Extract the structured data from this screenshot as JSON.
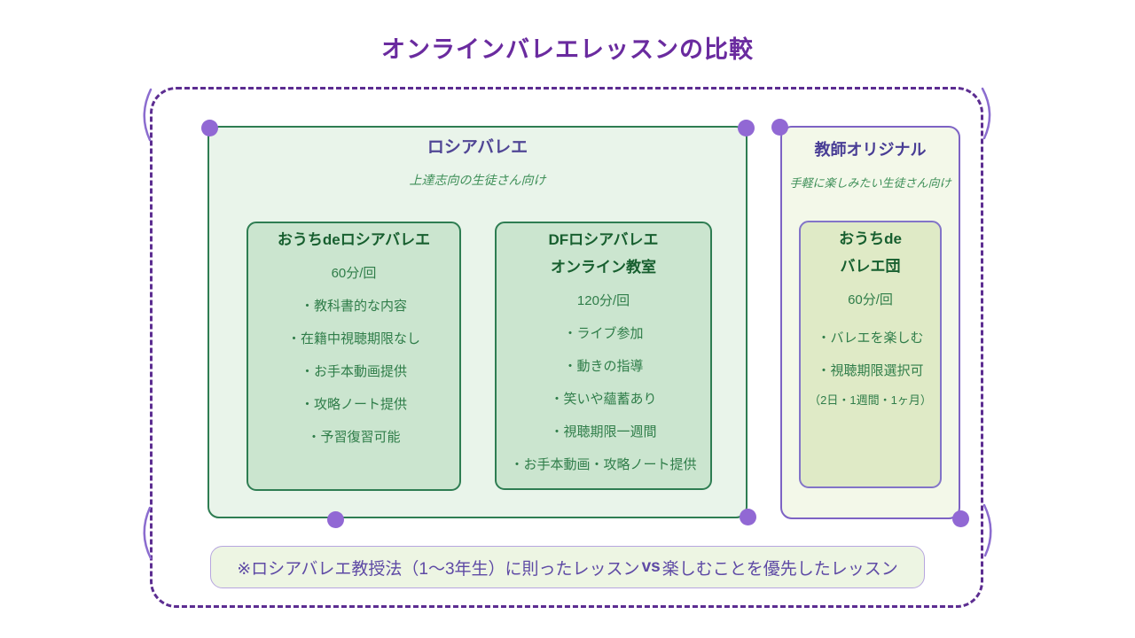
{
  "title": "オンラインバレエレッスンの比較",
  "colors": {
    "title_purple": "#6a2b9f",
    "boundary_purple": "#5c2d91",
    "handle_purple": "#9168d4",
    "green_border": "#2e7d52",
    "green_group_fill": "#e9f4ea",
    "green_card_fill": "#cbe5cf",
    "purple_border": "#7d63c4",
    "original_group_fill": "#f3f8e9",
    "original_card_fill": "#dfeac6",
    "footnote_text": "#5e4aa5"
  },
  "russian_group": {
    "title": "ロシアバレエ",
    "subtitle": "上達志向の生徒さん向け",
    "lessons": [
      {
        "name_line1": "おうちdeロシアバレエ",
        "duration": "60分/回",
        "features": [
          "・教科書的な内容",
          "・在籍中視聴期限なし",
          "・お手本動画提供",
          "・攻略ノート提供",
          "・予習復習可能"
        ]
      },
      {
        "name_line1": "DFロシアバレエ",
        "name_line2": "オンライン教室",
        "duration": "120分/回",
        "features": [
          "・ライブ参加",
          "・動きの指導",
          "・笑いや蘊蓄あり",
          "・視聴期限一週間",
          "・お手本動画・攻略ノート提供"
        ]
      }
    ]
  },
  "original_group": {
    "title": "教師オリジナル",
    "subtitle": "手軽に楽しみたい生徒さん向け",
    "lessons": [
      {
        "name_line1": "おうちde",
        "name_line2": "バレエ団",
        "duration": "60分/回",
        "features": [
          "・バレエを楽しむ",
          "・視聴期限選択可"
        ],
        "feature_note": "（2日・1週間・1ヶ月）"
      }
    ]
  },
  "footnote": {
    "before_vs": "※ロシアバレエ教授法（1〜3年生）に則ったレッスン ",
    "vs": "vs",
    "after_vs": " 楽しむことを優先したレッスン"
  }
}
